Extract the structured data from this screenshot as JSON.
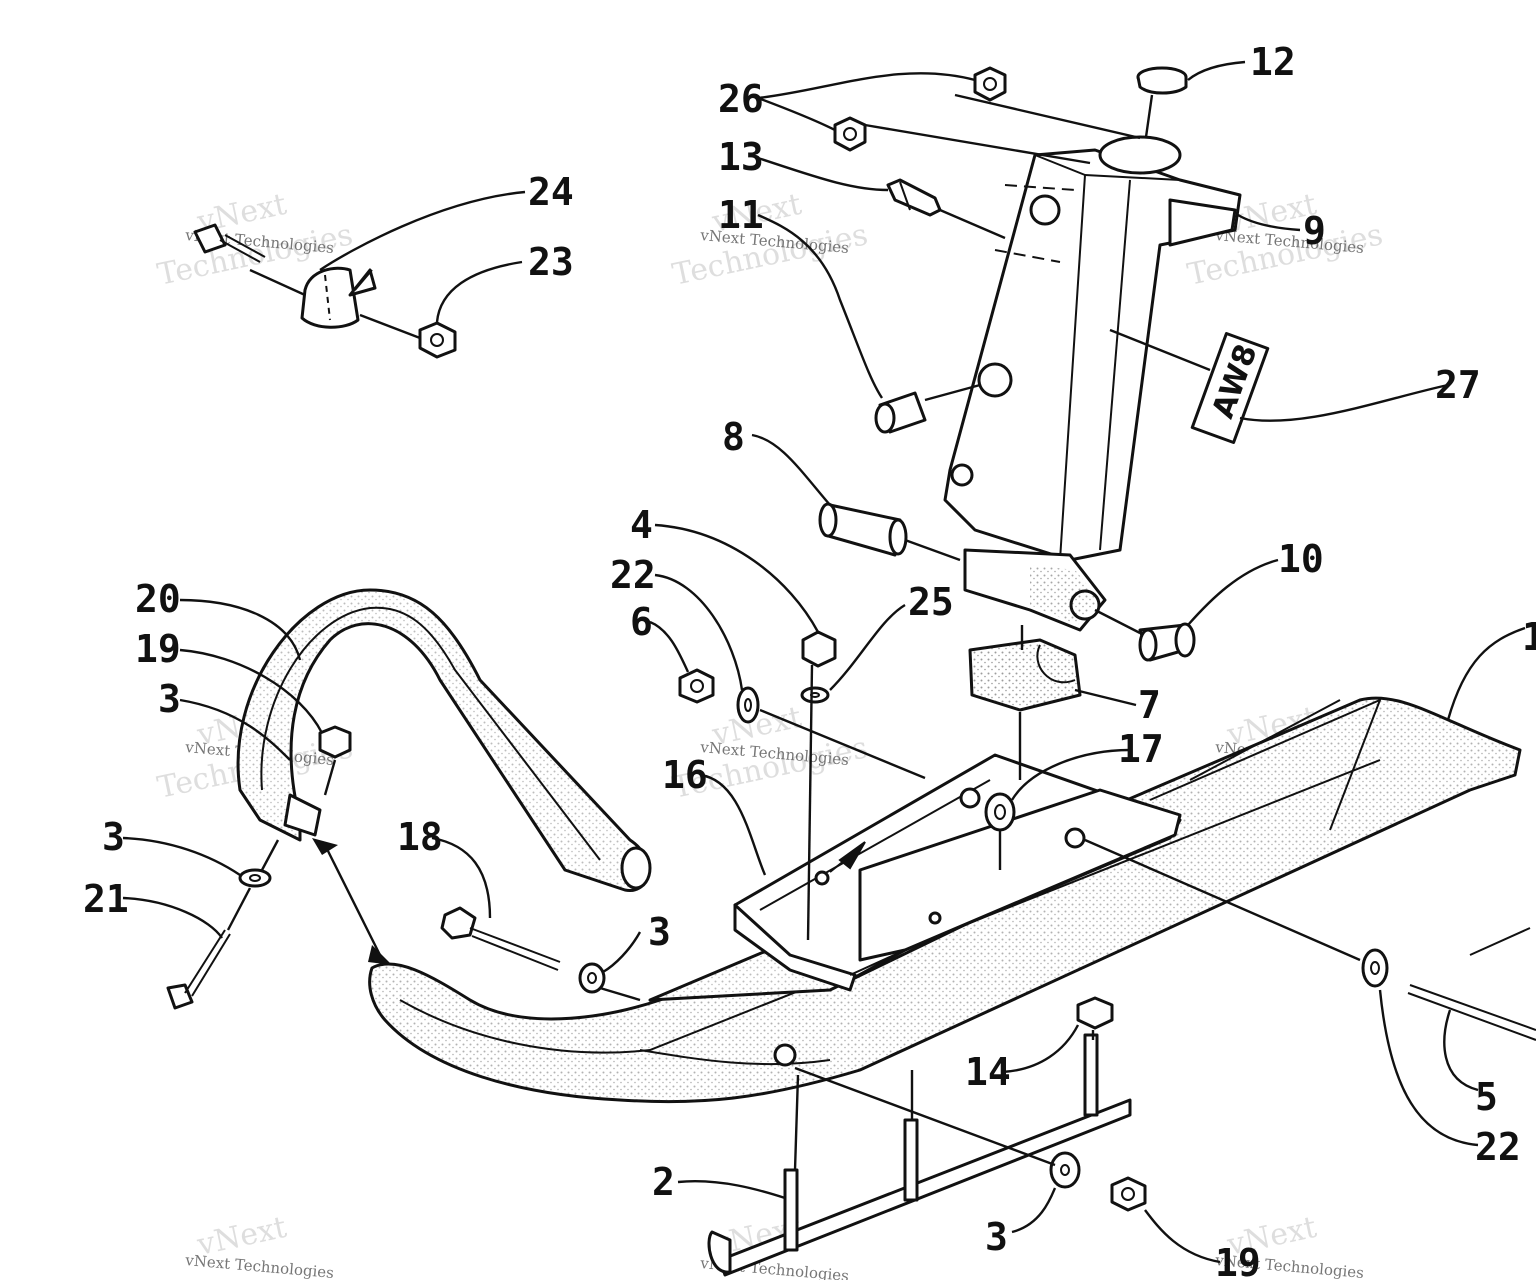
{
  "diagram": {
    "callouts": [
      {
        "label": "12"
      },
      {
        "label": "26"
      },
      {
        "label": "13"
      },
      {
        "label": "11"
      },
      {
        "label": "9"
      },
      {
        "label": "24"
      },
      {
        "label": "23"
      },
      {
        "label": "27"
      },
      {
        "label": "8"
      },
      {
        "label": "4"
      },
      {
        "label": "22"
      },
      {
        "label": "25"
      },
      {
        "label": "10"
      },
      {
        "label": "6"
      },
      {
        "label": "20"
      },
      {
        "label": "19"
      },
      {
        "label": "3"
      },
      {
        "label": "7"
      },
      {
        "label": "1"
      },
      {
        "label": "17"
      },
      {
        "label": "16"
      },
      {
        "label": "3"
      },
      {
        "label": "21"
      },
      {
        "label": "18"
      },
      {
        "label": "3"
      },
      {
        "label": "14"
      },
      {
        "label": "5"
      },
      {
        "label": "22"
      },
      {
        "label": "2"
      },
      {
        "label": "3"
      },
      {
        "label": "19"
      }
    ],
    "decal_text": "AW8",
    "watermark": {
      "line1": "vNext",
      "line2": "Technologies",
      "small": "vNext Technologies"
    }
  }
}
